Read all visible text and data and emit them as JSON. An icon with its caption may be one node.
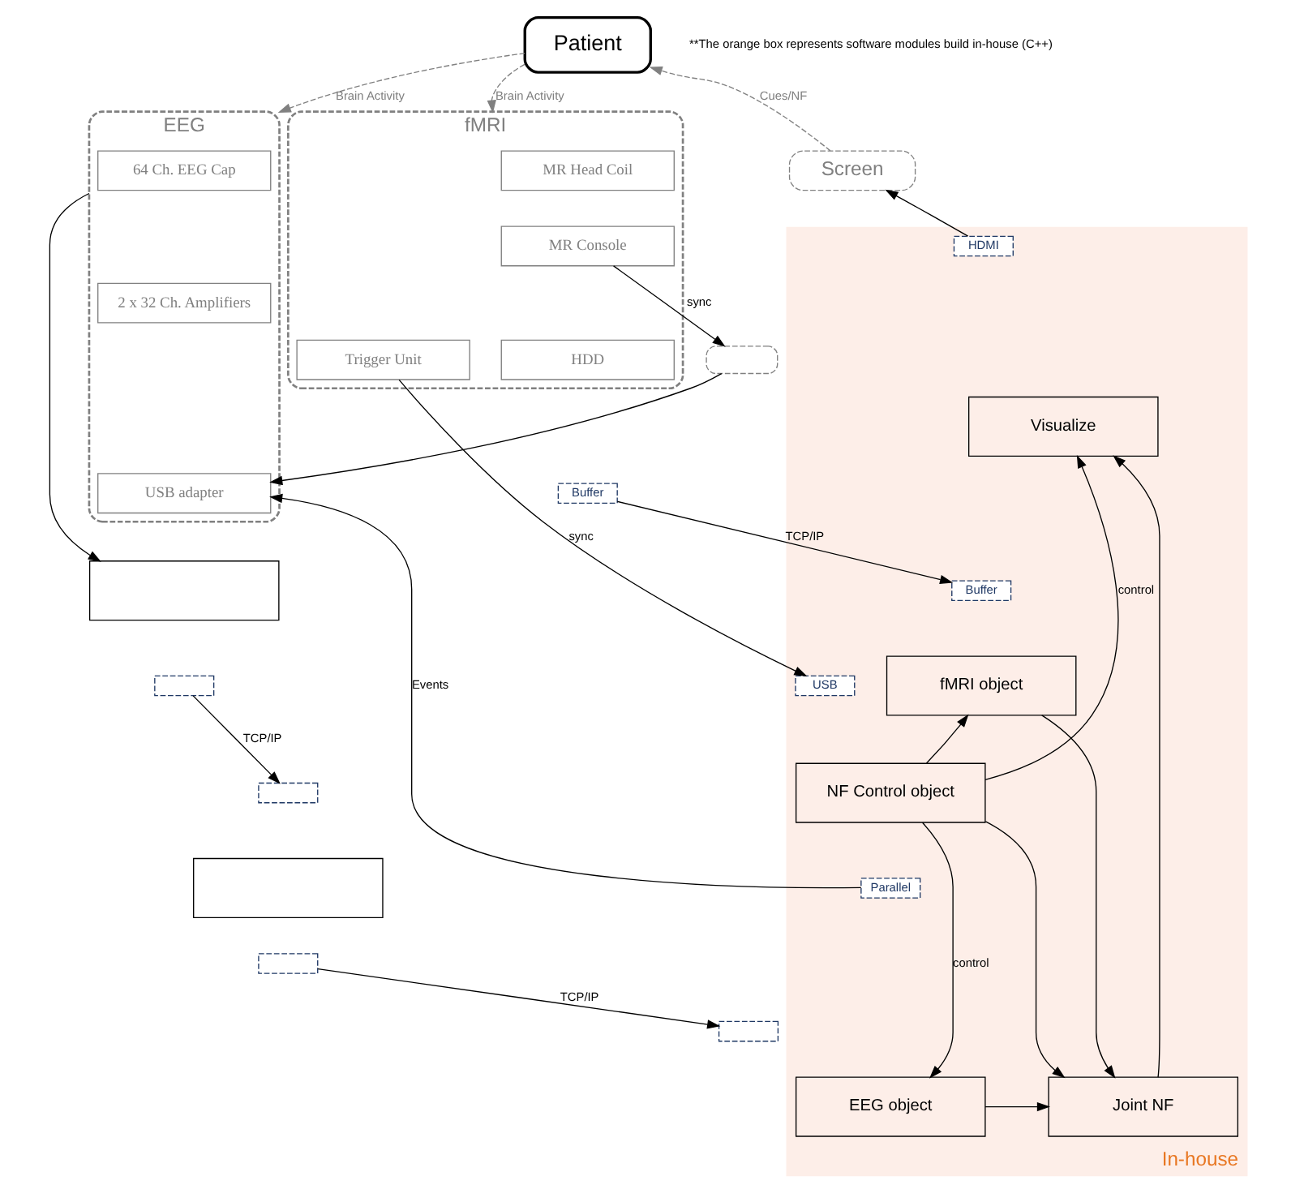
{
  "diagram": {
    "nodes": [
      {
        "text": [
          "Patient"
        ]
      },
      {
        "text": [
          "EEG"
        ]
      },
      {
        "text": [
          "64 Ch. EEG Cap"
        ],
        "in": 1
      },
      {
        "text": [
          "2 x 32 Ch. Amplifiers"
        ],
        "in": 1
      },
      {
        "text": [
          "USB adapter"
        ],
        "in": 1
      },
      {
        "text": [
          "fMRI"
        ]
      },
      {
        "text": [
          "MR Head Coil"
        ],
        "in": 5
      },
      {
        "text": [
          "MR Console"
        ],
        "in": 5
      },
      {
        "text": [
          "HDD"
        ],
        "in": 5
      },
      {
        "text": [
          "Trigger Unit"
        ],
        "in": 5
      },
      {
        "text": [],
        "shape": "box"
      },
      {
        "text": [
          "Screen"
        ]
      },
      {
        "text": [
          "Buffer"
        ]
      },
      {
        "text": [
          "In-house"
        ]
      },
      {
        "text": [
          "Buffer"
        ],
        "in": 13
      },
      {
        "text": [],
        "shape": "box"
      },
      {
        "text": [],
        "shape": "box"
      },
      {
        "text": [],
        "shape": "box"
      },
      {
        "text": [],
        "shape": "box"
      },
      {
        "text": [],
        "shape": "box"
      },
      {
        "text": [],
        "shape": "box"
      },
      {
        "text": [
          "EEG object"
        ],
        "in": 13
      },
      {
        "text": [
          "Joint NF"
        ],
        "in": 13
      },
      {
        "text": [
          "Visualize"
        ],
        "in": 13
      },
      {
        "text": [
          "HDMI"
        ],
        "in": 13
      },
      {
        "text": [
          "fMRI object"
        ],
        "in": 13
      },
      {
        "text": [
          "NF Control object"
        ],
        "in": 13
      },
      {
        "text": [
          "USB"
        ],
        "in": 13
      },
      {
        "text": [
          "Parallel"
        ],
        "in": 13
      }
    ],
    "edges": [
      {
        "from": 0,
        "to": 1,
        "arrow": "to",
        "label": "Brain Activity",
        "style": "dashed",
        "color": "#808080"
      },
      {
        "from": 0,
        "to": 5,
        "arrow": "to",
        "label": "Brain Activity",
        "style": "dashed",
        "color": "#808080"
      },
      {
        "from": 11,
        "to": 0,
        "arrow": "to",
        "label": "Cues/NF",
        "style": "dashed",
        "color": "#808080"
      },
      {
        "from": 7,
        "to": 10,
        "arrow": "to",
        "label": "sync"
      },
      {
        "from": 10,
        "to": 4,
        "arrow": "to"
      },
      {
        "from": 1,
        "to": 15,
        "arrow": "to"
      },
      {
        "from": 16,
        "to": 17,
        "arrow": "to",
        "label": "TCP/IP"
      },
      {
        "from": 19,
        "to": 20,
        "arrow": "to",
        "label": "TCP/IP"
      },
      {
        "from": 12,
        "to": 14,
        "arrow": "to",
        "label": "TCP/IP"
      },
      {
        "from": 9,
        "to": 27,
        "arrow": "to",
        "label": "sync"
      },
      {
        "from": 24,
        "to": 11,
        "arrow": "to"
      },
      {
        "from": 22,
        "to": 23,
        "arrow": "to"
      },
      {
        "from": 21,
        "to": 22,
        "arrow": "to"
      },
      {
        "from": 25,
        "to": 22,
        "arrow": "to"
      },
      {
        "from": 26,
        "to": 23,
        "arrow": "to",
        "label": "control"
      },
      {
        "from": 26,
        "to": 25,
        "arrow": "to"
      },
      {
        "from": 26,
        "to": 21,
        "arrow": "to",
        "label": "control"
      },
      {
        "from": 26,
        "to": 22,
        "arrow": "to"
      },
      {
        "from": 28,
        "to": 4,
        "arrow": "to",
        "label": "Events"
      }
    ],
    "labels": [
      "**The orange box represents software modules build in-house (C++)"
    ]
  }
}
